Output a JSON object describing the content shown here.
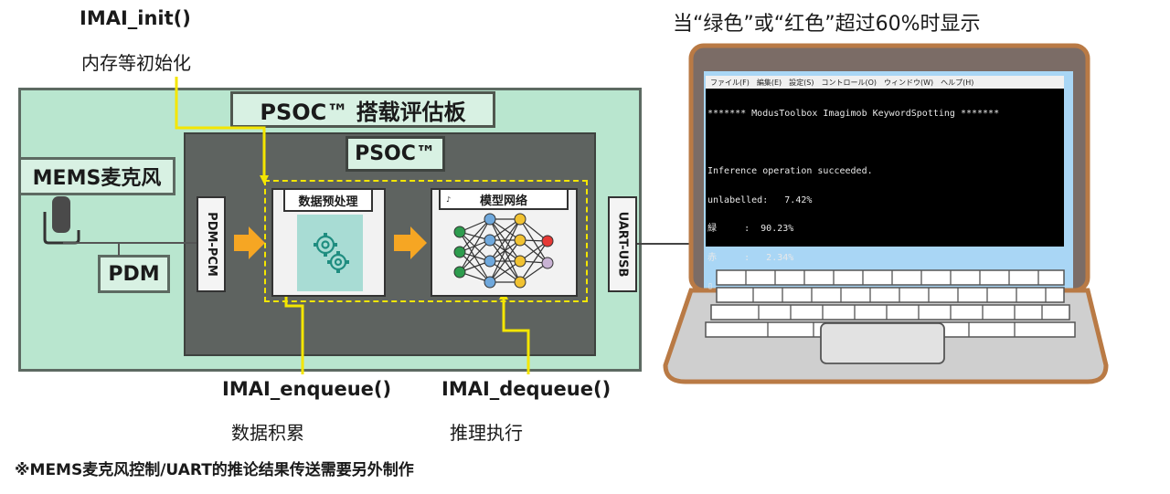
{
  "labels": {
    "imai_init": "IMAI_init()",
    "init_desc": "内存等初始化",
    "board_title": "PSOC™ 搭载评估板",
    "psoc_title": "PSOC™",
    "mems": "MEMS麦克风",
    "pdm": "PDM",
    "pdm_pcm": "PDM-PCM",
    "uart_usb": "UART-USB",
    "preprocess": "数据预处理",
    "model": "模型网络",
    "model_prefix": "♪",
    "imai_enqueue": "IMAI_enqueue()",
    "enqueue_desc": "数据积累",
    "imai_dequeue": "IMAI_dequeue()",
    "dequeue_desc": "推理执行",
    "caption": "当“绿色”或“红色”超过60%时显示",
    "footnote": "※MEMS麦克风控制/UART的推论结果传送需要另外制作"
  },
  "terminal": {
    "menu": "ファイル(F)　編集(E)　設定(S)　コントロール(O)　ウィンドウ(W)　ヘルプ(H)",
    "lines": [
      "******* ModusToolbox Imagimob KeywordSpotting *******",
      "",
      "Inference operation succeeded.",
      "unlabelled:   7.42%",
      "緑     :  90.23%",
      "赤     :   2.34%",
      "▯"
    ]
  },
  "colors": {
    "board": "#b9e6cf",
    "psoc": "#5e6360",
    "arrow": "#f6a623",
    "yellow_line": "#f4e600",
    "laptop_frame": "#b97a45",
    "screen_frame": "#7b6c66",
    "desktop_blue": "#a9d6f5",
    "gear_bg": "#a8dcd4",
    "gear": "#1f8d80"
  },
  "icons": [
    "microphone-icon",
    "gear-icon",
    "neural-network-icon",
    "laptop-icon"
  ]
}
